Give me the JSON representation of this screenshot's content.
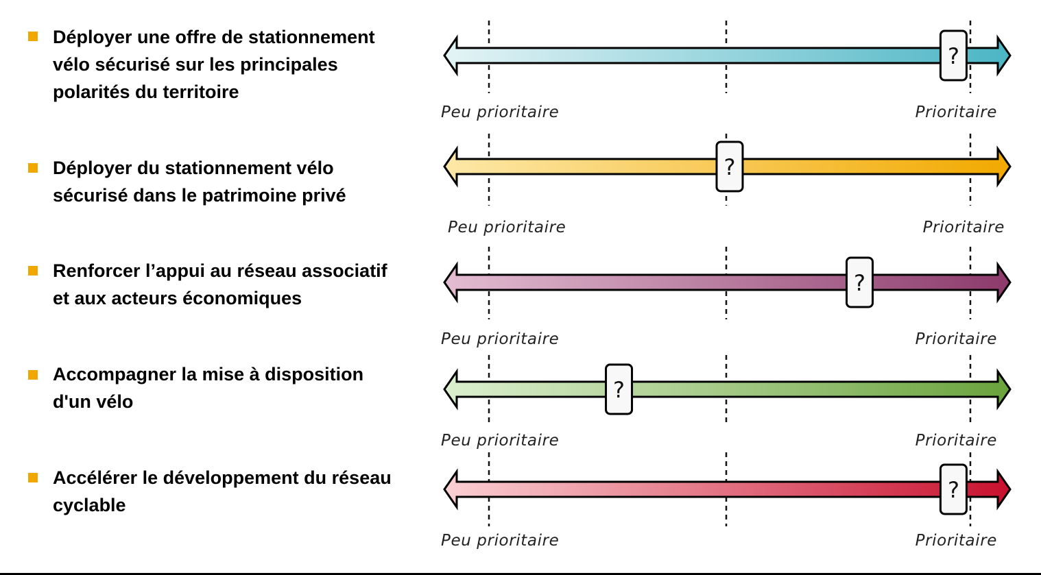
{
  "scale": {
    "low_label": "Peu prioritaire",
    "high_label": "Prioritaire",
    "handle_symbol": "?"
  },
  "bullet_color": "#f0a800",
  "items": [
    {
      "text": "Déployer une offre de stationnement\nvélo sécurisé sur les principales\npolarités du territoire",
      "slider_value": 0.965,
      "gradient": [
        "#e4f4f6",
        "#4bb5c4"
      ]
    },
    {
      "text": "Déployer du stationnement vélo\nsécurisé dans le patrimoine privé",
      "slider_value": 0.5,
      "gradient": [
        "#fde8a8",
        "#f2a900"
      ]
    },
    {
      "text": "Renforcer l’appui au réseau associatif\net aux acteurs économiques",
      "slider_value": 0.77,
      "gradient": [
        "#e3bdd2",
        "#8c3a6b"
      ]
    },
    {
      "text": "Accompagner la mise à disposition\nd'un vélo",
      "slider_value": 0.27,
      "gradient": [
        "#dcefcf",
        "#6aa33c"
      ]
    },
    {
      "text": "Accélérer le développement du réseau\ncyclable",
      "slider_value": 0.965,
      "gradient": [
        "#fbd0d4",
        "#c8102e"
      ]
    }
  ]
}
